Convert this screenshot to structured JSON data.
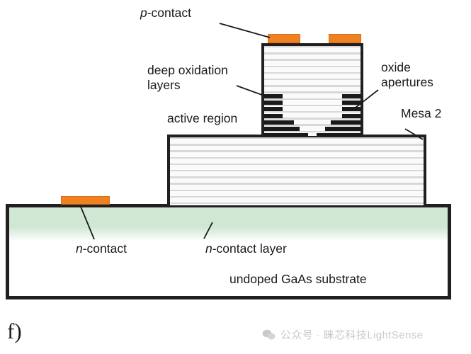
{
  "figure": {
    "panel_letter": "f)",
    "subject": "VCSEL cross-section with deep oxidation layers and two mesas"
  },
  "labels": {
    "p_contact": {
      "italic": "p",
      "rest": "-contact"
    },
    "deep_oxidation_line1": "deep oxidation",
    "deep_oxidation_line2": "layers",
    "active_region": "active region",
    "oxide_line1": "oxide",
    "oxide_line2": "apertures",
    "mesa2": "Mesa 2",
    "n_contact": {
      "italic": "n",
      "rest": "-contact"
    },
    "n_contact_layer": {
      "italic": "n",
      "rest": "-contact layer"
    },
    "substrate": "undoped GaAs substrate"
  },
  "colors": {
    "outline": "#231f20",
    "contact_metal": "#f08122",
    "n_contact_layer": "#cfe7d3",
    "active_region": "#e8536f",
    "oxidation_layer": "#1a1a1a",
    "dbr_light": "#fafafa",
    "dbr_dark": "#d6d8da",
    "background": "#ffffff",
    "watermark": "#c9c9c9"
  },
  "structure": {
    "substrate_label": "undoped GaAs substrate",
    "mesa1_layer_count": 22,
    "mesa2_layer_count": 26,
    "p_contact_pad_count": 2,
    "n_contact_pad_count": 1,
    "oxidation_step_count": 7,
    "active_region_stripe_count": 4
  },
  "watermark": {
    "icon": "wechat-icon",
    "text": "公众号 · 睐芯科技LightSense"
  },
  "chart_data": {
    "type": "diagram",
    "title": "VCSEL cross-section (panel f)",
    "regions": [
      {
        "name": "undoped GaAs substrate",
        "color": "#ffffff"
      },
      {
        "name": "n-contact layer",
        "color": "#cfe7d3"
      },
      {
        "name": "Mesa 1 lower DBR",
        "color": "#e8eaec"
      },
      {
        "name": "Mesa 2 upper DBR",
        "color": "#e8eaec"
      },
      {
        "name": "active region",
        "color": "#e8536f"
      },
      {
        "name": "deep oxidation layers",
        "color": "#1a1a1a"
      },
      {
        "name": "oxide apertures",
        "color": "#1a1a1a"
      },
      {
        "name": "p-contact",
        "color": "#f08122"
      },
      {
        "name": "n-contact",
        "color": "#f08122"
      }
    ]
  }
}
